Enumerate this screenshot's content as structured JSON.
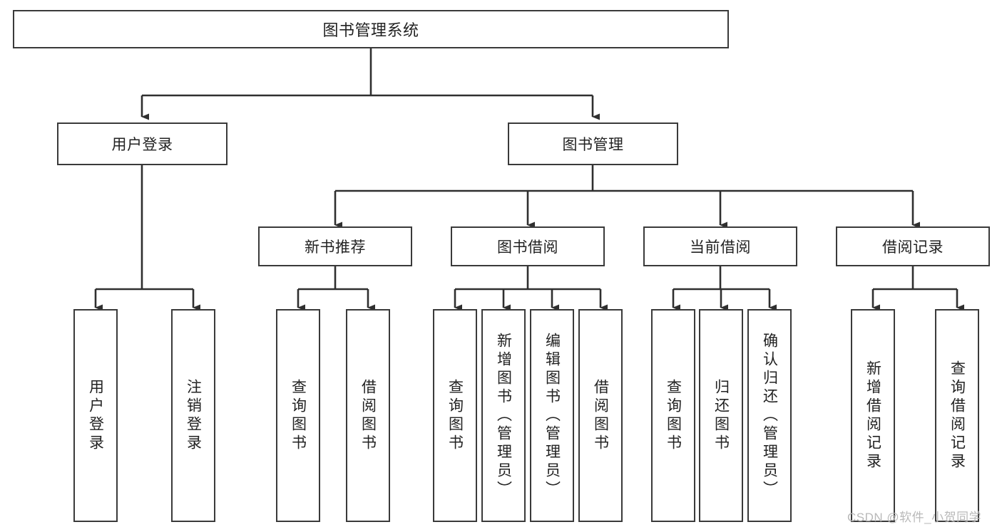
{
  "diagram": {
    "title": "图书管理系统",
    "type": "tree-hierarchy-diagram",
    "accent_color": "#3a3a3a",
    "background_color": "#ffffff",
    "text_color": "#222222",
    "root": {
      "label": "图书管理系统",
      "orientation": "horizontal"
    },
    "level1": [
      {
        "label": "用户登录",
        "orientation": "horizontal"
      },
      {
        "label": "图书管理",
        "orientation": "horizontal"
      }
    ],
    "level2": [
      {
        "label": "新书推荐",
        "orientation": "horizontal"
      },
      {
        "label": "图书借阅",
        "orientation": "horizontal"
      },
      {
        "label": "当前借阅",
        "orientation": "horizontal"
      },
      {
        "label": "借阅记录",
        "orientation": "horizontal"
      }
    ],
    "leaves": {
      "user_login": [
        {
          "label": "用户登录",
          "orientation": "vertical"
        },
        {
          "label": "注销登录",
          "orientation": "vertical"
        }
      ],
      "new_book_recommend": [
        {
          "label": "查询图书",
          "orientation": "vertical"
        },
        {
          "label": "借阅图书",
          "orientation": "vertical"
        }
      ],
      "book_borrow": [
        {
          "label": "查询图书",
          "orientation": "vertical"
        },
        {
          "label": "新增图书（管理员）",
          "orientation": "vertical"
        },
        {
          "label": "编辑图书（管理员）",
          "orientation": "vertical"
        },
        {
          "label": "借阅图书",
          "orientation": "vertical"
        }
      ],
      "current_borrow": [
        {
          "label": "查询图书",
          "orientation": "vertical"
        },
        {
          "label": "归还图书",
          "orientation": "vertical"
        },
        {
          "label": "确认归还（管理员）",
          "orientation": "vertical"
        }
      ],
      "borrow_record": [
        {
          "label": "新增借阅记录",
          "orientation": "vertical"
        },
        {
          "label": "查询借阅记录",
          "orientation": "vertical"
        }
      ]
    },
    "watermark": "CSDN @软件_小贺同学"
  }
}
